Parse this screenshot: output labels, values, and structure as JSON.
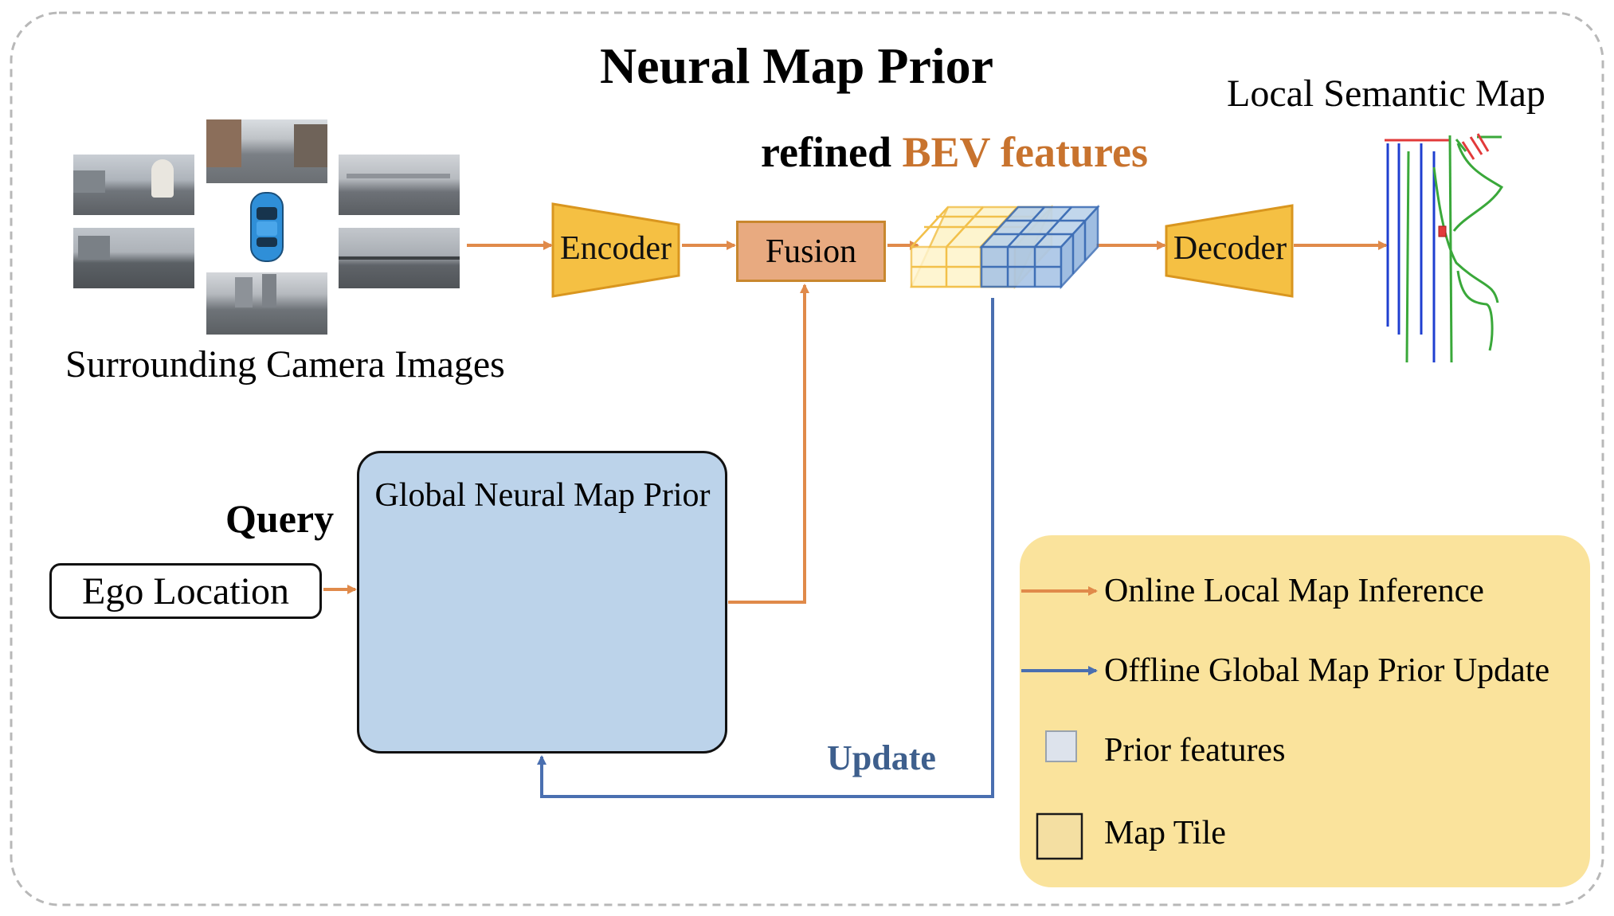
{
  "diagram": {
    "title": "Neural Map Prior",
    "local_map_label": "Local Semantic Map",
    "bev_label_prefix": "refined",
    "bev_label_accent": "BEV features",
    "camera_label": "Surrounding Camera Images",
    "encoder_label": "Encoder",
    "fusion_label": "Fusion",
    "decoder_label": "Decoder",
    "query_label": "Query",
    "ego_location_label": "Ego Location",
    "global_prior_label": "Global Neural Map Prior",
    "update_label": "Update",
    "icons": {
      "database": "database-icon",
      "car": "car-icon"
    }
  },
  "legend": {
    "items": [
      {
        "label": "Online Local Map Inference",
        "symbol": "orange-arrow"
      },
      {
        "label": "Offline Global Map Prior Update",
        "symbol": "blue-arrow"
      },
      {
        "label": "Prior features",
        "symbol": "gray-square"
      },
      {
        "label": "Map Tile",
        "symbol": "yellow-square"
      }
    ]
  },
  "colors": {
    "orange_arrow": "#e08a4a",
    "blue_arrow": "#4a6fb0",
    "encoder_fill": "#f5c043",
    "fusion_fill": "#e8aa80",
    "prior_panel": "#bcd3ea",
    "legend_panel": "#fae39c",
    "bev_accent": "#c8732e",
    "update_text": "#3e5f8d",
    "map_green": "#3aa83a",
    "map_blue": "#1f3fd0",
    "map_red": "#e23a3a"
  }
}
